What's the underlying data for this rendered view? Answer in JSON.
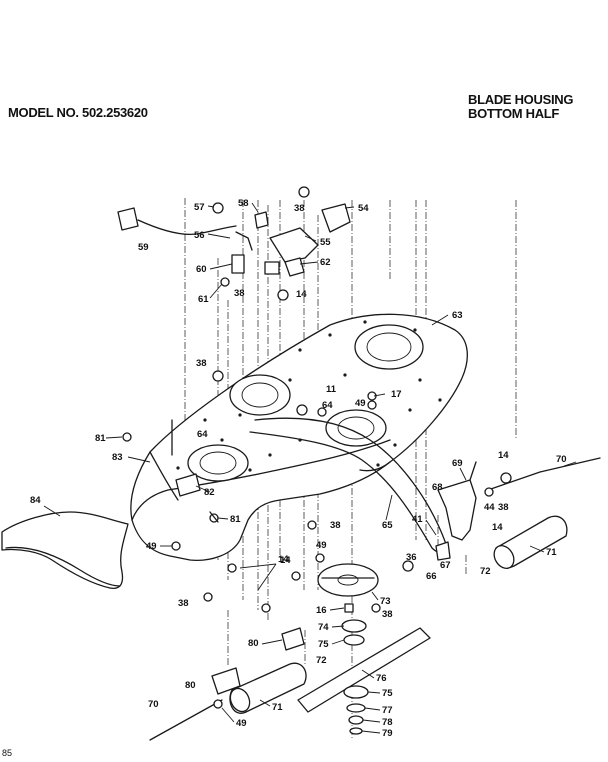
{
  "header": {
    "model": "MODEL NO. 502.253620",
    "title_line1": "BLADE HOUSING",
    "title_line2": "BOTTOM HALF"
  },
  "footer": {
    "code": "85"
  },
  "callouts": [
    "57",
    "58",
    "38",
    "54",
    "59",
    "56",
    "55",
    "60",
    "62",
    "38",
    "14",
    "61",
    "63",
    "38",
    "11",
    "17",
    "64",
    "49",
    "81",
    "64",
    "83",
    "82",
    "81",
    "84",
    "49",
    "38",
    "14",
    "65",
    "69",
    "14",
    "70",
    "68",
    "44",
    "38",
    "41",
    "14",
    "71",
    "36",
    "66",
    "67",
    "72",
    "49",
    "38",
    "14",
    "16",
    "73",
    "38",
    "74",
    "80",
    "75",
    "72",
    "80",
    "76",
    "70",
    "71",
    "75",
    "77",
    "78",
    "79",
    "49"
  ]
}
